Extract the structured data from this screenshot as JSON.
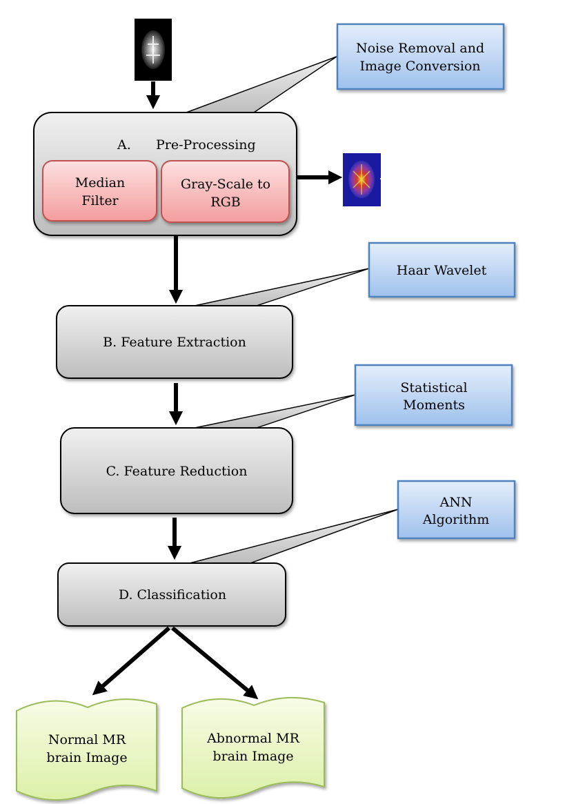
{
  "colors": {
    "gray_box": "#d4d4d4",
    "blue_box": "#c9dcf5",
    "red_box": "#f8bcbc",
    "green_doc": "#ecf7c9"
  },
  "stages": {
    "pre": {
      "letter": "A.",
      "title": "Pre-Processing"
    },
    "median": {
      "line1": "Median",
      "line2": "Filter"
    },
    "gray": {
      "line1": "Gray-Scale to",
      "line2": "RGB"
    },
    "feature_extraction": "B. Feature Extraction",
    "feature_reduction": "C. Feature Reduction",
    "classification": "D. Classification"
  },
  "callouts": {
    "noise": {
      "line1": "Noise Removal and",
      "line2": "Image Conversion"
    },
    "haar": {
      "line1": "Haar Wavelet"
    },
    "stat": {
      "line1": "Statistical",
      "line2": "Moments"
    },
    "ann": {
      "line1": "ANN",
      "line2": "Algorithm"
    }
  },
  "outputs": {
    "normal": {
      "line1": "Normal MR",
      "line2": "brain Image"
    },
    "abnormal": {
      "line1": "Abnormal MR",
      "line2": "brain Image"
    }
  },
  "images": {
    "input": "brain-mri-grayscale-thumbnail",
    "output": "brain-mri-rgb-thumbnail"
  }
}
